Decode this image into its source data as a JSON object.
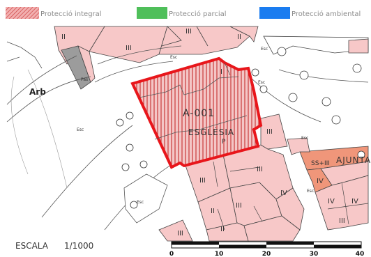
{
  "legend": {
    "integral": "Protecció integral",
    "parcial": "Protecció parcial",
    "ambiental": "Protecció ambiental",
    "colors": {
      "integral": "#e06060",
      "parcial": "#4fbf5a",
      "ambiental": "#1a7cf0"
    }
  },
  "map": {
    "church_code": "A-001",
    "church_name": "ESGLÉSIA",
    "ajuntament": "AJUNTAM",
    "arb_label": "Arb",
    "ss_label": "SS+III",
    "p_label": "P",
    "esc_label": "Esc",
    "pas_label": "Pas",
    "roman": {
      "one": "I",
      "two": "II",
      "three": "III",
      "four": "IV"
    }
  },
  "scale": {
    "label": "ESCALA",
    "ratio": "1/1000",
    "ticks": [
      "0",
      "10",
      "20",
      "30",
      "40"
    ]
  }
}
